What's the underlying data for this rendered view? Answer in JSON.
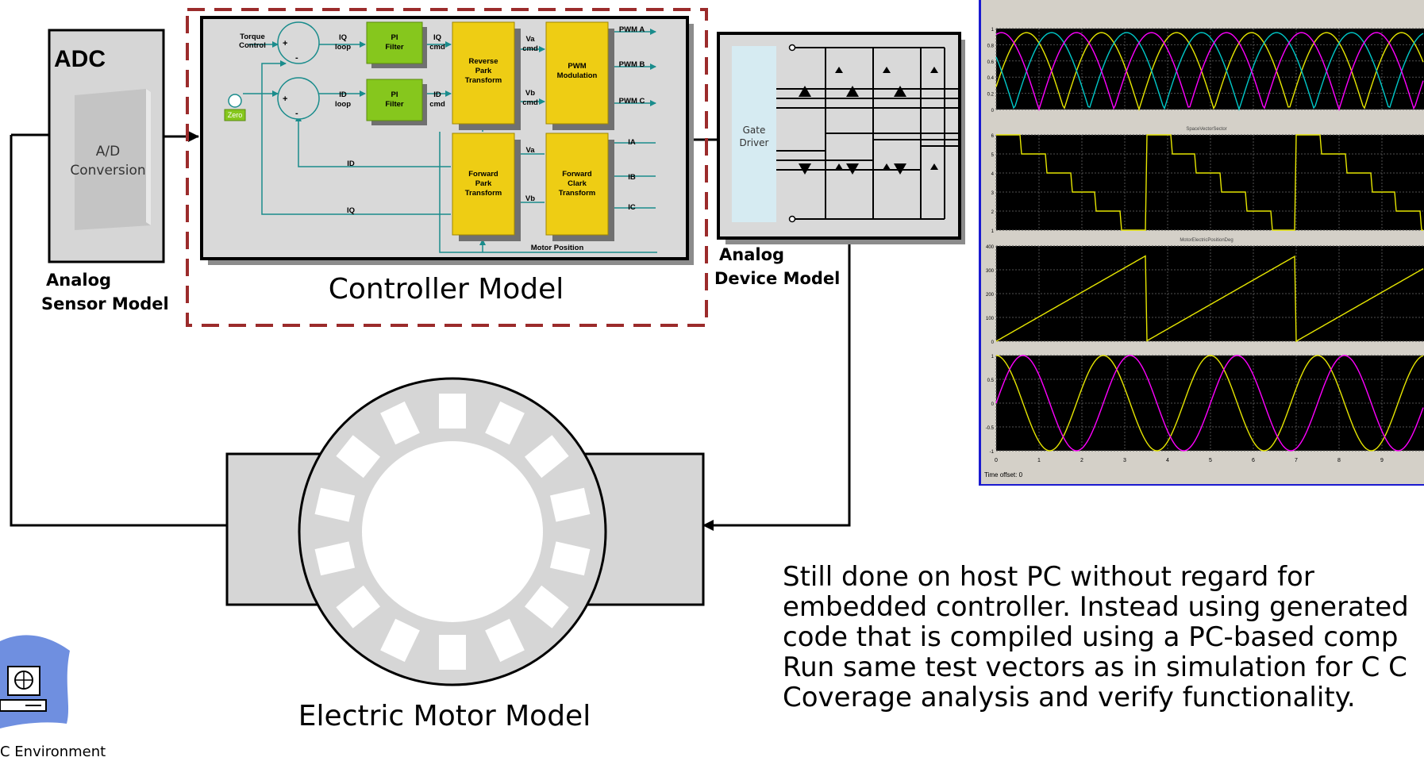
{
  "adc": {
    "title": "ADC",
    "inner_line1": "A/D",
    "inner_line2": "Conversion",
    "caption_line1": "Analog",
    "caption_line2": "Sensor Model"
  },
  "controller": {
    "caption": "Controller Model",
    "torque_line1": "Torque",
    "torque_line2": "Control",
    "zero": "Zero",
    "iq_loop_1": "IQ",
    "iq_loop_2": "loop",
    "id_loop_1": "ID",
    "id_loop_2": "loop",
    "pi_1": "PI",
    "pi_2": "Filter",
    "iq_cmd_1": "IQ",
    "iq_cmd_2": "cmd",
    "id_cmd_1": "ID",
    "id_cmd_2": "cmd",
    "rpark_1": "Reverse",
    "rpark_2": "Park",
    "rpark_3": "Transform",
    "va_cmd_1": "Va",
    "va_cmd_2": "cmd",
    "vb_cmd_1": "Vb",
    "vb_cmd_2": "cmd",
    "pwm_1": "PWM",
    "pwm_2": "Modulation",
    "pwm_a": "PWM A",
    "pwm_b": "PWM B",
    "pwm_c": "PWM C",
    "fpark_1": "Forward",
    "fpark_2": "Park",
    "fpark_3": "Transform",
    "fclark_1": "Forward",
    "fclark_2": "Clark",
    "fclark_3": "Transform",
    "va": "Va",
    "vb": "Vb",
    "ia": "IA",
    "ib": "IB",
    "ic": "IC",
    "id_fb": "ID",
    "iq_fb": "IQ",
    "motor_position": "Motor Position",
    "plus": "+",
    "minus": "-"
  },
  "device": {
    "gate_1": "Gate",
    "gate_2": "Driver",
    "caption_line1": "Analog",
    "caption_line2": "Device Model"
  },
  "motor": {
    "caption": "Electric Motor Model"
  },
  "pc": {
    "caption": "C Environment"
  },
  "scope": {
    "plot2_title": "SpaceVectorSector",
    "plot3_title": "MotorElectricPositionDeg",
    "y1": [
      "1",
      "0.8",
      "0.6",
      "0.4",
      "0.2",
      "0"
    ],
    "y2": [
      "6",
      "5",
      "4",
      "3",
      "2",
      "1"
    ],
    "y3": [
      "400",
      "300",
      "200",
      "100",
      "0"
    ],
    "y4": [
      "1",
      "0.5",
      "0",
      "-0.5",
      "-1"
    ],
    "x": [
      "0",
      "1",
      "2",
      "3",
      "4",
      "5",
      "6",
      "7",
      "8",
      "9"
    ],
    "offset": "Time offset:  0",
    "colors": {
      "yellow": "#e6e600",
      "cyan": "#00c8c8",
      "magenta": "#ff00ff",
      "grid": "#505050"
    }
  },
  "description": {
    "line1": "Still done on host PC without regard for",
    "line2": "embedded controller. Instead using generated",
    "line3": "code that is compiled using a PC-based comp",
    "line4": "Run same test vectors as in simulation for C C",
    "line5": "Coverage analysis and verify functionality."
  },
  "colors": {
    "teal": "#1a8c8c",
    "green_block": "#86c71d",
    "yellow_block": "#eecd14",
    "dashed_red": "#9b2b2b",
    "gray_box": "#d6d6d6"
  }
}
